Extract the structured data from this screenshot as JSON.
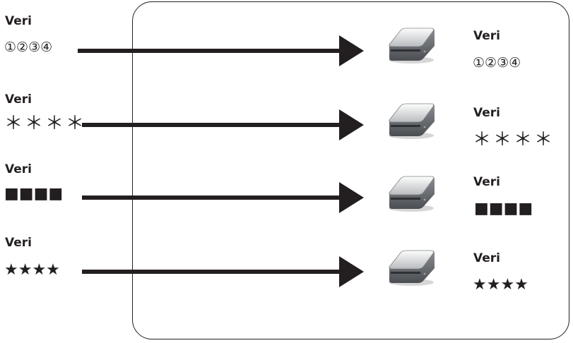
{
  "rows": [
    {
      "source_label": "Veri",
      "source_symbols": "①②③④",
      "target_label": "Veri",
      "target_symbols": "①②③④",
      "symbol_kind": "circled-digits"
    },
    {
      "source_label": "Veri",
      "source_symbols": "＊＊＊＊",
      "target_label": "Veri",
      "target_symbols": "＊＊＊＊",
      "symbol_kind": "asterisks"
    },
    {
      "source_label": "Veri",
      "source_symbols": "■■■■",
      "target_label": "Veri",
      "target_symbols": "■■■■",
      "symbol_kind": "squares"
    },
    {
      "source_label": "Veri",
      "source_symbols": "★★★★",
      "target_label": "Veri",
      "target_symbols": "★★★★",
      "symbol_kind": "stars"
    }
  ],
  "icons": {
    "drive": "hard-drive-icon",
    "arrow": "right-arrow-icon"
  },
  "colors": {
    "line": "#231f20",
    "background": "#ffffff"
  }
}
